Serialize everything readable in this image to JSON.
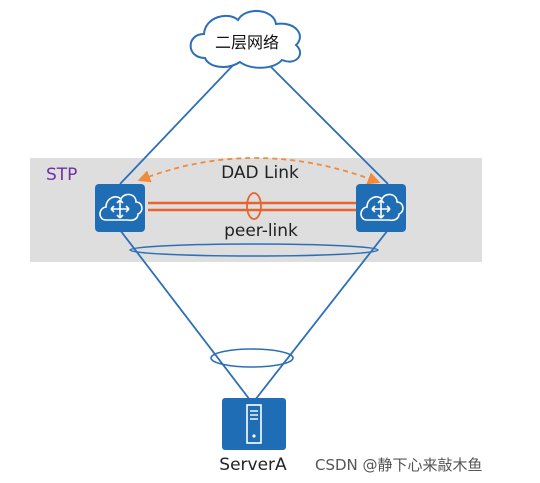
{
  "cloud": {
    "label": "二层网络"
  },
  "stp_zone": {
    "label": "STP"
  },
  "links": {
    "dad": "DAD Link",
    "peer": "peer-link"
  },
  "server": {
    "label": "ServerA"
  },
  "watermark": "CSDN @静下心来敲木鱼",
  "colors": {
    "line_blue": "#2d6fb7",
    "device_blue": "#1e6db5",
    "peer_orange": "#e8642c",
    "dad_orange": "#f08a3c",
    "stp_purple": "#7030a0",
    "stp_band": "#dedede"
  },
  "icons": {
    "device": "switch-cloud-icon",
    "server": "server-icon"
  }
}
